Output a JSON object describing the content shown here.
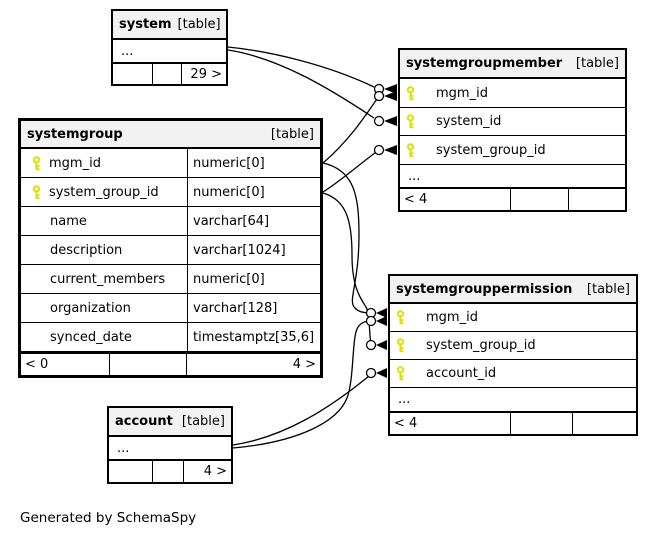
{
  "note": "Generated by SchemaSpy",
  "colors": {
    "key_icon": "#dede00",
    "header_bg": "#f2f2f2",
    "border": "#000000",
    "background": "#ffffff"
  },
  "tables": {
    "system": {
      "name": "system",
      "tag": "[table]",
      "ellipsis": "...",
      "footer": {
        "c1": "",
        "c2": "",
        "c3": "29 >"
      }
    },
    "systemgroup": {
      "name": "systemgroup",
      "tag": "[table]",
      "columns": [
        {
          "name": "mgm_id",
          "type": "numeric[0]",
          "key": true
        },
        {
          "name": "system_group_id",
          "type": "numeric[0]",
          "key": true
        },
        {
          "name": "name",
          "type": "varchar[64]",
          "key": false
        },
        {
          "name": "description",
          "type": "varchar[1024]",
          "key": false
        },
        {
          "name": "current_members",
          "type": "numeric[0]",
          "key": false
        },
        {
          "name": "organization",
          "type": "varchar[128]",
          "key": false
        },
        {
          "name": "synced_date",
          "type": "timestamptz[35,6]",
          "key": false
        }
      ],
      "footer": {
        "c1": "< 0",
        "c2": "",
        "c3": "4 >"
      }
    },
    "systemgroupmember": {
      "name": "systemgroupmember",
      "tag": "[table]",
      "columns": [
        {
          "name": "mgm_id",
          "key": true
        },
        {
          "name": "system_id",
          "key": true
        },
        {
          "name": "system_group_id",
          "key": true
        }
      ],
      "ellipsis": "...",
      "footer": {
        "c1": "< 4",
        "c2": "",
        "c3": ""
      }
    },
    "systemgrouppermission": {
      "name": "systemgrouppermission",
      "tag": "[table]",
      "columns": [
        {
          "name": "mgm_id",
          "key": true
        },
        {
          "name": "system_group_id",
          "key": true
        },
        {
          "name": "account_id",
          "key": true
        }
      ],
      "ellipsis": "...",
      "footer": {
        "c1": "< 4",
        "c2": "",
        "c3": ""
      }
    },
    "account": {
      "name": "account",
      "tag": "[table]",
      "ellipsis": "...",
      "footer": {
        "c1": "",
        "c2": "",
        "c3": "4 >"
      }
    }
  },
  "relationships": [
    {
      "from": "system",
      "to": "systemgroupmember.mgm_id"
    },
    {
      "from": "system",
      "to": "systemgroupmember.system_id"
    },
    {
      "from": "systemgroup.mgm_id",
      "to": "systemgroupmember.mgm_id"
    },
    {
      "from": "systemgroup.system_group_id",
      "to": "systemgroupmember.system_group_id"
    },
    {
      "from": "systemgroup.mgm_id",
      "to": "systemgrouppermission.mgm_id"
    },
    {
      "from": "systemgroup.system_group_id",
      "to": "systemgrouppermission.system_group_id"
    },
    {
      "from": "account",
      "to": "systemgrouppermission.mgm_id"
    },
    {
      "from": "account",
      "to": "systemgrouppermission.account_id"
    }
  ]
}
